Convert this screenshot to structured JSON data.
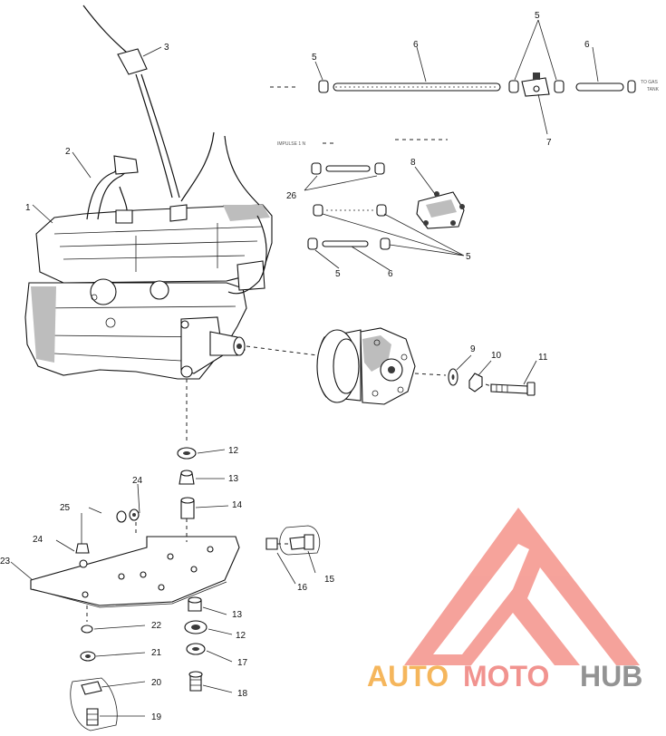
{
  "brand": {
    "word_auto": "AUTO",
    "word_moto": "MOTO",
    "word_hub": "HUB",
    "color_auto": "#f5b04f",
    "color_moto": "#f08a86",
    "color_hub": "#8a8a8a",
    "logo_color": "#f59b93"
  },
  "diagram": {
    "callouts": [
      {
        "id": "1",
        "label": "1"
      },
      {
        "id": "2",
        "label": "2"
      },
      {
        "id": "3",
        "label": "3"
      },
      {
        "id": "5a",
        "label": "5"
      },
      {
        "id": "5b",
        "label": "5"
      },
      {
        "id": "5c",
        "label": "5"
      },
      {
        "id": "5d",
        "label": "5"
      },
      {
        "id": "6a",
        "label": "6"
      },
      {
        "id": "6b",
        "label": "6"
      },
      {
        "id": "6c",
        "label": "6"
      },
      {
        "id": "7",
        "label": "7"
      },
      {
        "id": "8",
        "label": "8"
      },
      {
        "id": "9",
        "label": "9"
      },
      {
        "id": "10",
        "label": "10"
      },
      {
        "id": "11",
        "label": "11"
      },
      {
        "id": "12a",
        "label": "12"
      },
      {
        "id": "12b",
        "label": "12"
      },
      {
        "id": "13a",
        "label": "13"
      },
      {
        "id": "13b",
        "label": "13"
      },
      {
        "id": "14",
        "label": "14"
      },
      {
        "id": "15",
        "label": "15"
      },
      {
        "id": "16",
        "label": "16"
      },
      {
        "id": "17",
        "label": "17"
      },
      {
        "id": "18",
        "label": "18"
      },
      {
        "id": "19",
        "label": "19"
      },
      {
        "id": "20",
        "label": "20"
      },
      {
        "id": "21",
        "label": "21"
      },
      {
        "id": "22",
        "label": "22"
      },
      {
        "id": "23",
        "label": "23"
      },
      {
        "id": "24a",
        "label": "24"
      },
      {
        "id": "24b",
        "label": "24"
      },
      {
        "id": "25",
        "label": "25"
      },
      {
        "id": "26",
        "label": "26"
      }
    ],
    "notes": {
      "to_gas_tank_1": "TO GAS",
      "to_gas_tank_2": "TANK",
      "impulse_note": "IMPULSE 1 N"
    }
  }
}
